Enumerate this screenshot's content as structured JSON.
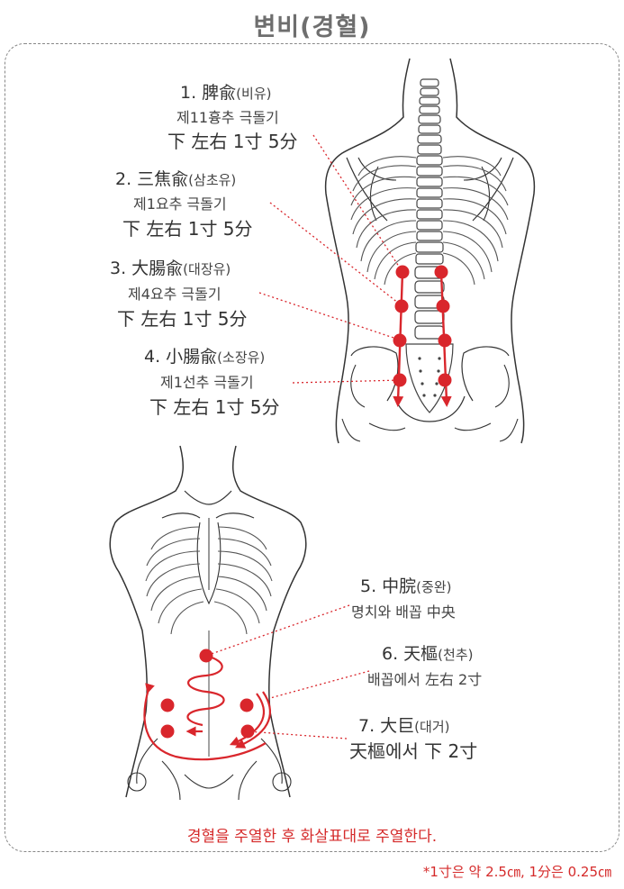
{
  "title": "변비(경혈)",
  "back_points": [
    {
      "name": "1. 脾兪",
      "reading": "(비유)",
      "location": "제11흉추 극돌기",
      "position": "下 左右 1寸 5分"
    },
    {
      "name": "2. 三焦兪",
      "reading": "(삼초유)",
      "location": "제1요추 극돌기",
      "position": "下 左右 1寸 5分"
    },
    {
      "name": "3. 大腸兪",
      "reading": "(대장유)",
      "location": "제4요추 극돌기",
      "position": "下 左右 1寸 5分"
    },
    {
      "name": "4. 小腸兪",
      "reading": "(소장유)",
      "location": "제1선추 극돌기",
      "position": "下 左右 1寸 5分"
    }
  ],
  "front_points": [
    {
      "name": "5. 中脘",
      "reading": "(중완)",
      "description": "명치와 배꼽 中央"
    },
    {
      "name": "6. 天樞",
      "reading": "(천추)",
      "description": "배꼽에서 左右 2寸"
    },
    {
      "name": "7. 大巨",
      "reading": "(대거)",
      "description": "天樞에서 下 2寸"
    }
  ],
  "caption": "경혈을 주열한 후 화살표대로 주열한다.",
  "footnote": "*1寸은 약 2.5㎝, 1分은 0.25㎝",
  "colors": {
    "accent": "#d9262c",
    "line": "#333333",
    "title": "#6e6e6e"
  }
}
